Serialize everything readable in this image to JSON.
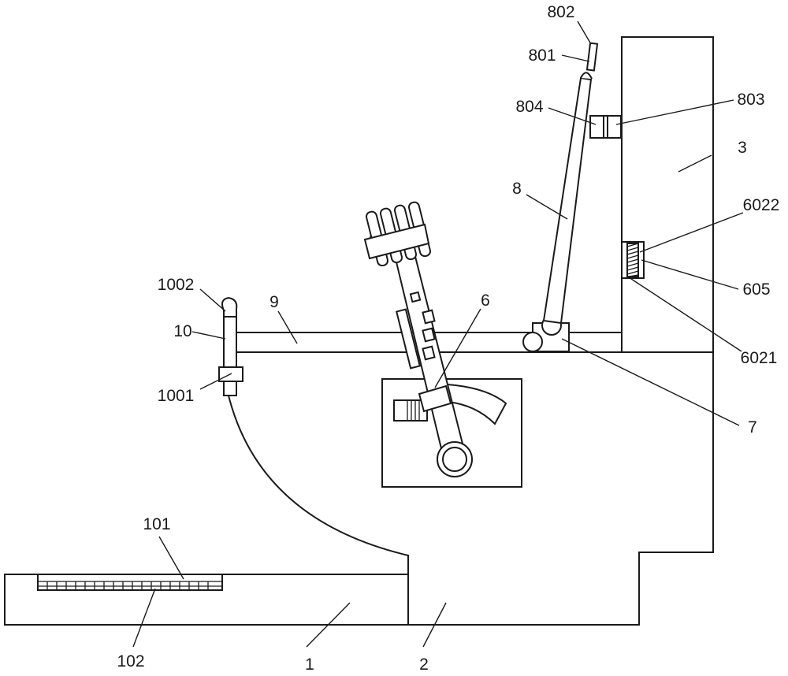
{
  "labels": {
    "l1": "1",
    "l2": "2",
    "l3": "3",
    "l6": "6",
    "l7": "7",
    "l8": "8",
    "l9": "9",
    "l10": "10",
    "l101": "101",
    "l102": "102",
    "l605": "605",
    "l801": "801",
    "l802": "802",
    "l803": "803",
    "l804": "804",
    "l1001": "1001",
    "l1002": "1002",
    "l6021": "6021",
    "l6022": "6022"
  }
}
